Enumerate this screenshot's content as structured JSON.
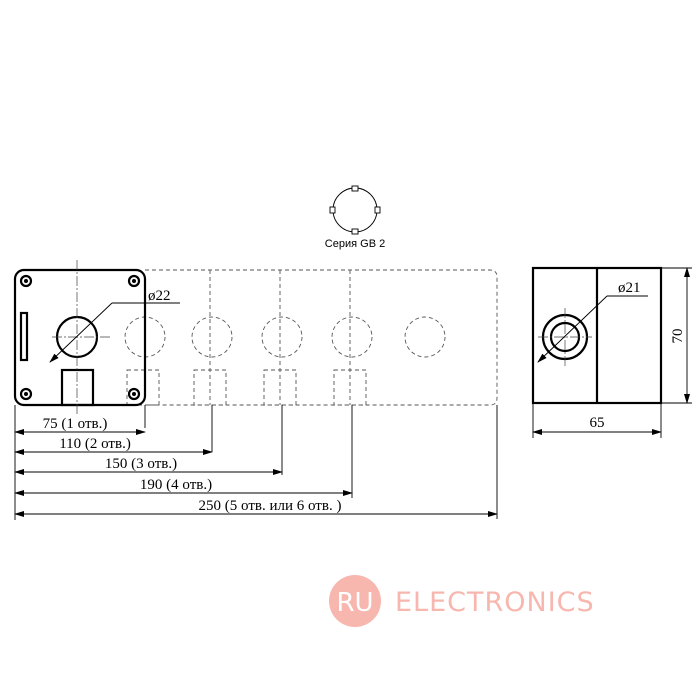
{
  "series_label": "Серия GB 2",
  "front_view": {
    "hole_diameter": "ø22",
    "dimensions": [
      "75 (1 отв.)",
      "110 (2 отв.)",
      "150 (3 отв.)",
      "190 (4 отв.)",
      "250 (5 отв. или  6 отв. )"
    ]
  },
  "side_view": {
    "hole_diameter": "ø21",
    "height": "70",
    "width": "65"
  },
  "watermark": {
    "badge": "RU",
    "text": "ELECTRONICS",
    "color": "#f7b7ae"
  }
}
